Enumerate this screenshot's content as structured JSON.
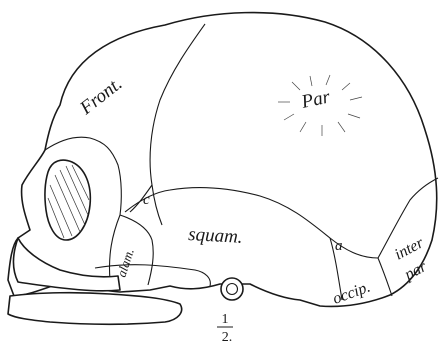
{
  "figure": {
    "labels": {
      "frontal": "Front.",
      "parietal": "Par",
      "squamous": "squam.",
      "alisphenoid": "alam.",
      "c": "c",
      "a": "a",
      "occipital": "occip.",
      "interparietal_1": "inter",
      "interparietal_2": "par"
    },
    "scale": {
      "numerator": "1",
      "denominator": "2."
    }
  }
}
